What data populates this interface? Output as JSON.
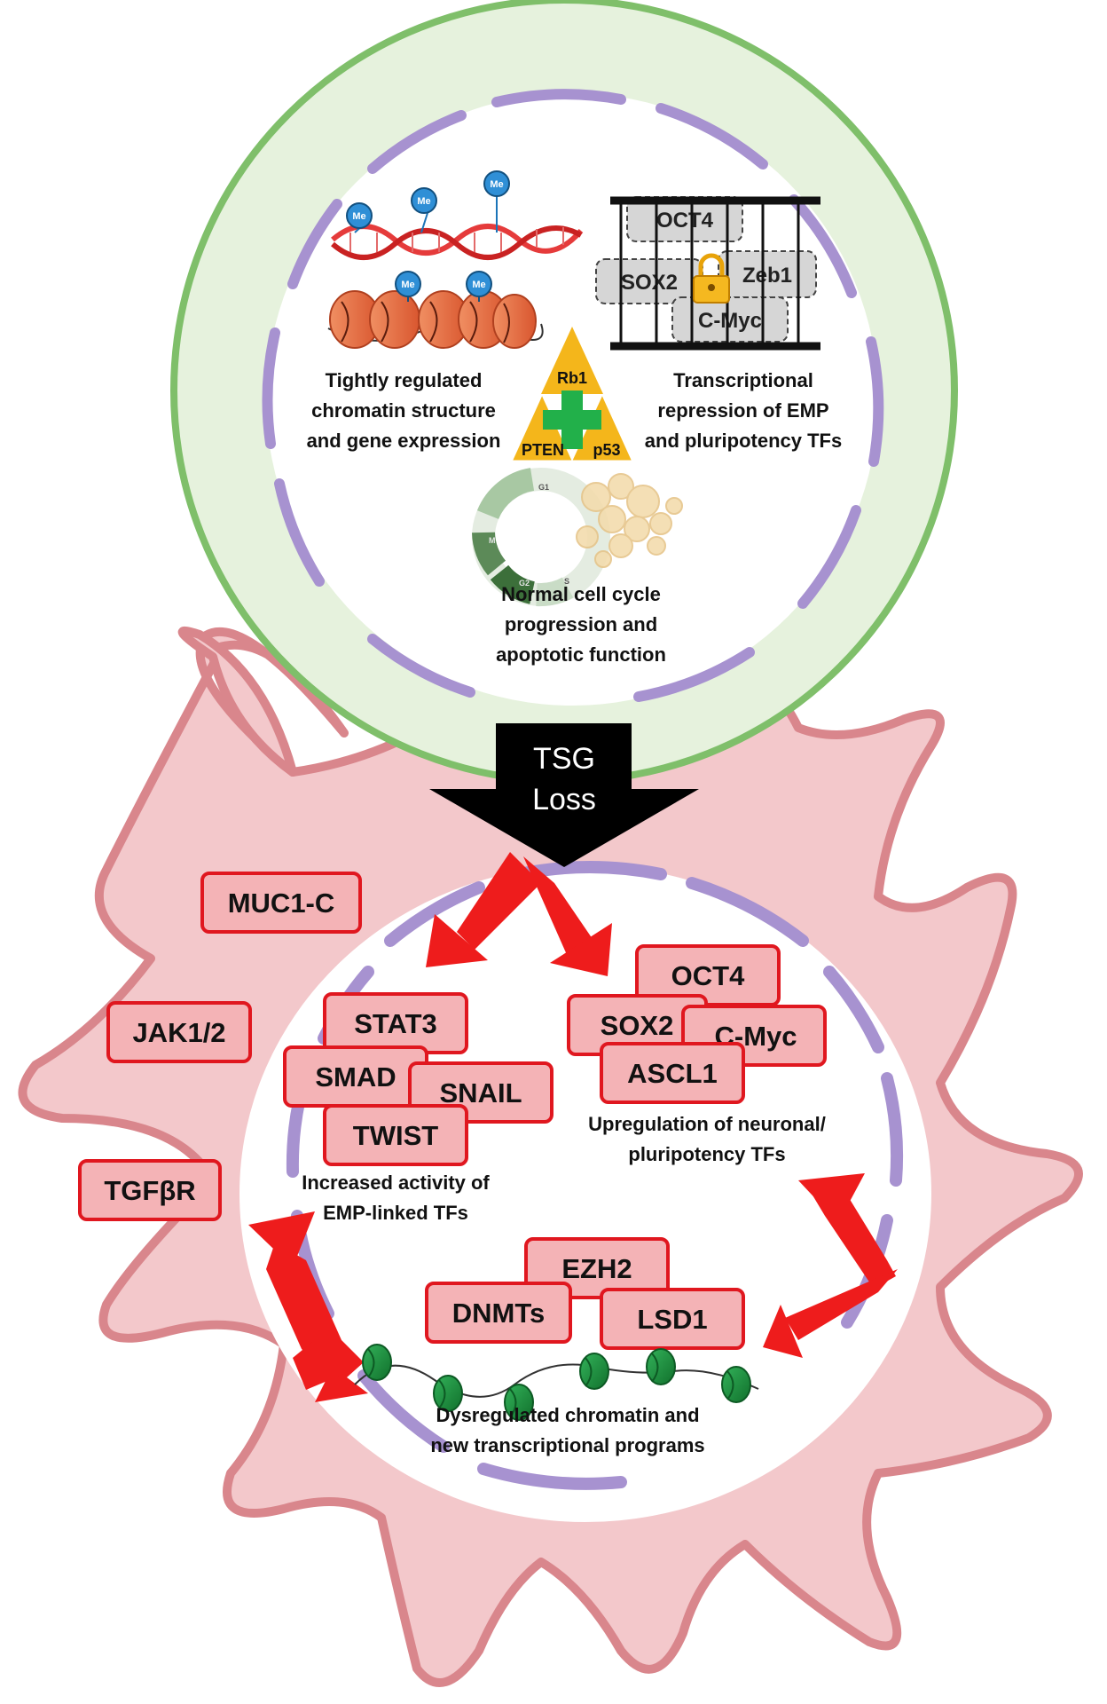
{
  "colors": {
    "healthy_cell_fill": "#e6f2dd",
    "healthy_cell_border": "#7fbf6a",
    "tumor_cell_fill": "#f3c8cb",
    "tumor_cell_border": "#d9868c",
    "nuclear_membrane": "#a792d0",
    "tf_box_fill": "#f4b3b6",
    "tf_box_border": "#e0171f",
    "arrow_red": "#ee1c1c",
    "tsg_triangle": "#f4b61b",
    "nucleosome_green": "#1f8f3e"
  },
  "healthy_cell": {
    "methylation_label": "Me",
    "chromatin_caption": [
      "Tightly regulated",
      "chromatin structure",
      "and gene expression"
    ],
    "tsg_triangle": {
      "top": "Rb1",
      "bottom_left": "PTEN",
      "bottom_right": "p53"
    },
    "repressed_tfs": [
      "OCT4",
      "SOX2",
      "Zeb1",
      "C-Myc"
    ],
    "repression_caption": [
      "Transcriptional",
      "repression of EMP",
      "and pluripotency TFs"
    ],
    "cell_cycle_labels": [
      "G1",
      "S",
      "G2",
      "M"
    ],
    "cell_cycle_caption": [
      "Normal cell cycle",
      "progression and",
      "apoptotic function"
    ]
  },
  "transition": {
    "line1": "TSG",
    "line2": "Loss"
  },
  "tumor_cell": {
    "membrane_factors": [
      "MUC1-C",
      "JAK1/2",
      "TGFβR"
    ],
    "emp_tfs": [
      "STAT3",
      "SMAD",
      "SNAIL",
      "TWIST"
    ],
    "emp_caption": [
      "Increased activity of",
      "EMP-linked TFs"
    ],
    "pluripotency_tfs": [
      "OCT4",
      "SOX2",
      "C-Myc",
      "ASCL1"
    ],
    "pluripotency_caption": [
      "Upregulation of neuronal/",
      "pluripotency TFs"
    ],
    "chromatin_modifiers": [
      "EZH2",
      "DNMTs",
      "LSD1"
    ],
    "chromatin_caption": [
      "Dysregulated chromatin and",
      "new transcriptional  programs"
    ]
  }
}
